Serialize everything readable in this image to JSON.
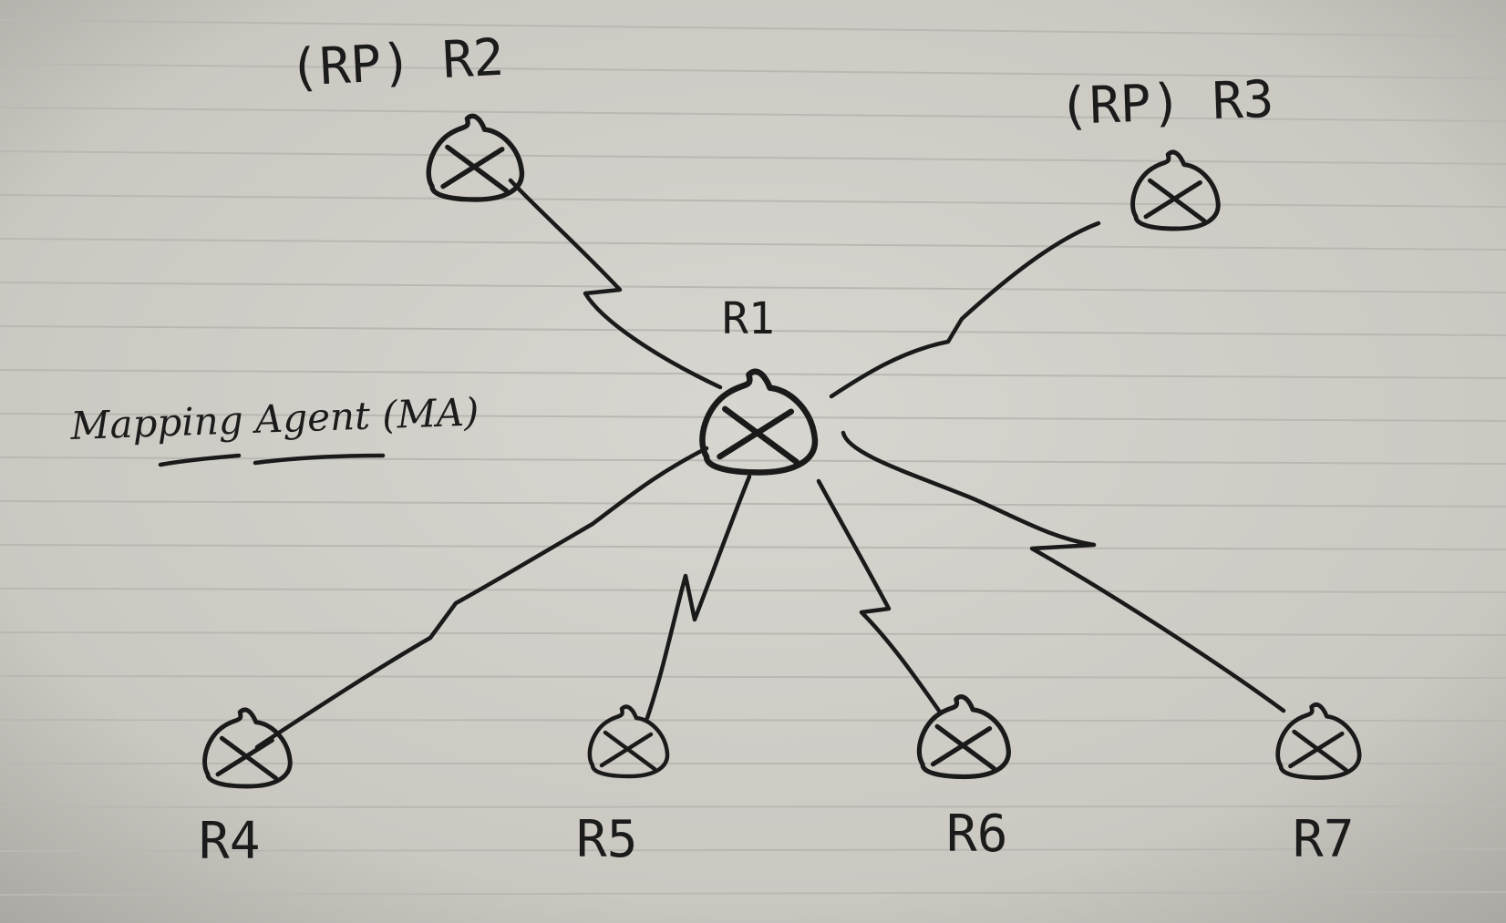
{
  "diagram": {
    "ink_color": "#1a1a1a",
    "paper_color": "#cfcdc6",
    "nodes": {
      "r1": {
        "label": "R1",
        "icon": "router-icon"
      },
      "r2": {
        "label": "(RP) R2",
        "icon": "router-icon"
      },
      "r3": {
        "label": "(RP) R3",
        "icon": "router-icon"
      },
      "r4": {
        "label": "R4",
        "icon": "router-icon"
      },
      "r5": {
        "label": "R5",
        "icon": "router-icon"
      },
      "r6": {
        "label": "R6",
        "icon": "router-icon"
      },
      "r7": {
        "label": "R7",
        "icon": "router-icon"
      }
    },
    "annotation": "Mapping Agent (MA)",
    "links": [
      {
        "from": "R1",
        "to": "R2",
        "type": "serial"
      },
      {
        "from": "R1",
        "to": "R3",
        "type": "serial"
      },
      {
        "from": "R1",
        "to": "R4",
        "type": "serial"
      },
      {
        "from": "R1",
        "to": "R5",
        "type": "serial"
      },
      {
        "from": "R1",
        "to": "R6",
        "type": "serial"
      },
      {
        "from": "R1",
        "to": "R7",
        "type": "serial"
      }
    ]
  }
}
